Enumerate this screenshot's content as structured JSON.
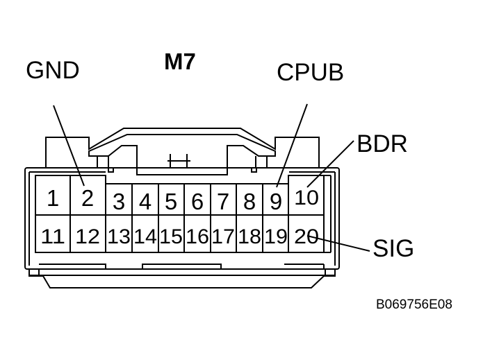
{
  "connector": {
    "title": "M7",
    "reference_code": "B069756E08",
    "top_row_pins": [
      "1",
      "2",
      "3",
      "4",
      "5",
      "6",
      "7",
      "8",
      "9",
      "10"
    ],
    "bottom_row_pins": [
      "11",
      "12",
      "13",
      "14",
      "15",
      "16",
      "17",
      "18",
      "19",
      "20"
    ]
  },
  "labels": {
    "gnd": "GND",
    "cpub": "CPUB",
    "bdr": "BDR",
    "sig": "SIG"
  }
}
